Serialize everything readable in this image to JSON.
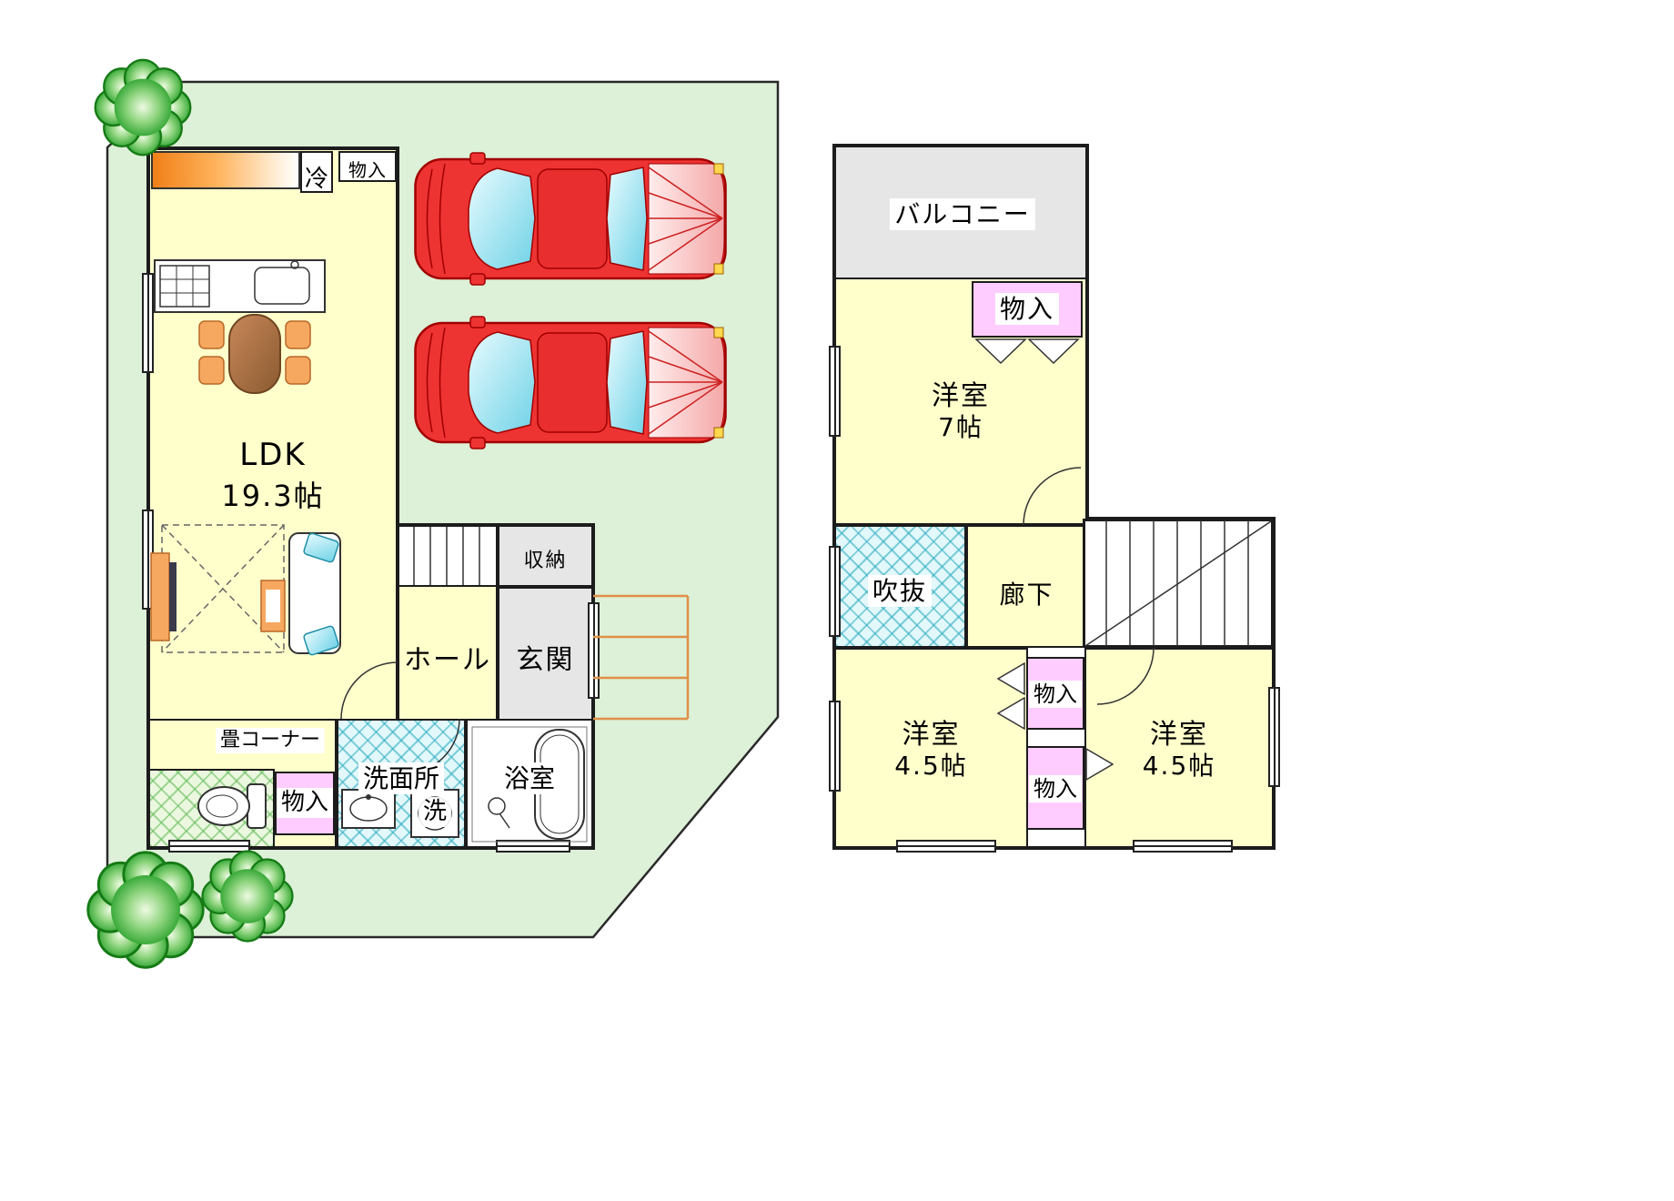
{
  "plan": {
    "floor1": {
      "ldk": {
        "name": "LDK",
        "size": "19.3帖"
      },
      "hall": "ホール",
      "entrance": "玄関",
      "storage": "収納",
      "washroom": "洗面所",
      "washer": "洗",
      "bathroom": "浴室",
      "tatami_corner": "畳コーナー",
      "fridge": "冷",
      "closet": "物入"
    },
    "floor2": {
      "balcony": "バルコニー",
      "room7": {
        "name": "洋室",
        "size": "7帖"
      },
      "void": "吹抜",
      "hallway": "廊下",
      "room45": {
        "name": "洋室",
        "size": "4.5帖"
      },
      "closet": "物入"
    },
    "colors": {
      "site_green": "#ddf0d8",
      "room_yellow": "#ffffcc",
      "closet_pink": "#ffccff",
      "gray_area": "#e6e6e6",
      "hatch_cyan": "#4fb8c8",
      "hatch_green": "#5fb955",
      "car_red": "#ee3333",
      "tree_green": "#3aaa3a",
      "accent_orange": "#f09040",
      "wall_black": "#1c1c1c"
    }
  }
}
